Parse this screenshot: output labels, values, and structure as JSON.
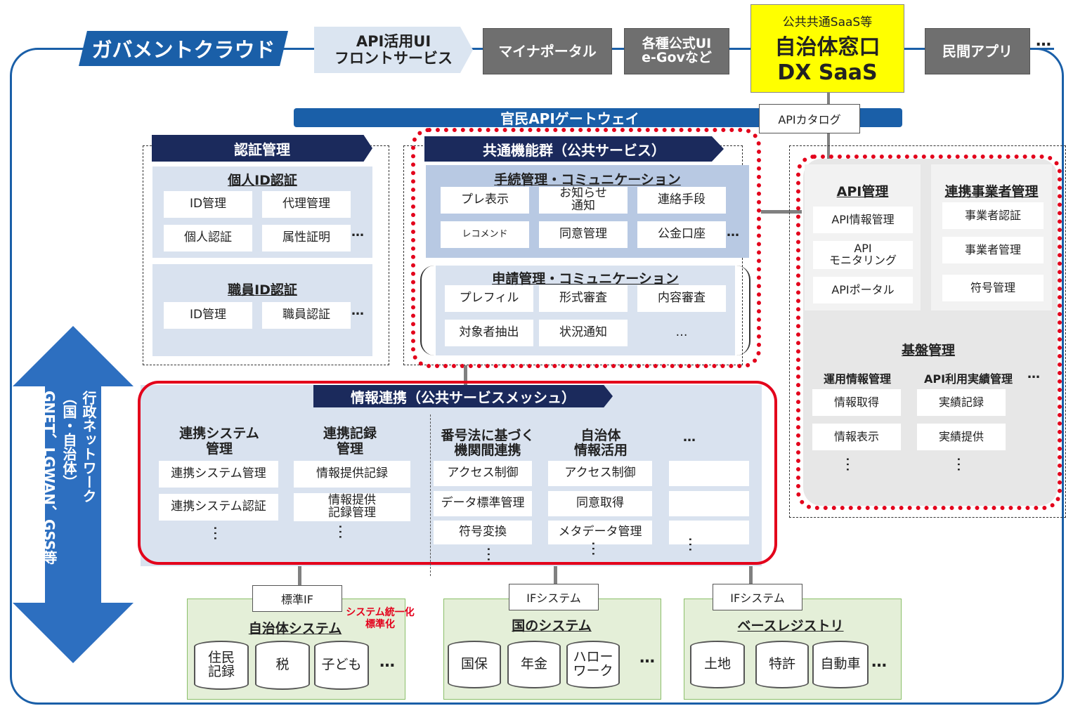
{
  "top": {
    "cloud_label": "ガバメントクラウド",
    "api_front": [
      "API活用UI",
      "フロントサービス"
    ],
    "myna_portal": "マイナポータル",
    "egov": [
      "各種公式UI",
      "e-Govなど"
    ],
    "dx_small": "公共共通SaaS等",
    "dx_title": "自治体窓口",
    "dx_saas": "DX SaaS",
    "private_app": "民間アプリ",
    "ellipsis": "…"
  },
  "gateway": {
    "label": "官民APIゲートウェイ",
    "catalog": "APIカタログ"
  },
  "auth": {
    "title": "認証管理",
    "personal": {
      "title": "個人ID認証",
      "cells": [
        "ID管理",
        "代理管理",
        "個人認証",
        "属性証明"
      ],
      "ellipsis": "…"
    },
    "staff": {
      "title": "職員ID認証",
      "cells": [
        "ID管理",
        "職員認証"
      ],
      "ellipsis": "…"
    }
  },
  "common": {
    "title": "共通機能群（公共サービス）",
    "procedure": {
      "title": "手続管理・コミュニケーション",
      "cells": [
        "プレ表示",
        "お知らせ通知",
        "連絡手段",
        "レコメンド",
        "同意管理",
        "公金口座"
      ],
      "ellipsis": "…"
    },
    "application": {
      "title": "申請管理・コミュニケーション",
      "cells": [
        "プレフィル",
        "形式審査",
        "内容審査",
        "対象者抽出",
        "状況通知",
        "…"
      ]
    }
  },
  "api_side": {
    "api_mgmt": {
      "title": "API管理",
      "cells": [
        "API情報管理",
        "APIモニタリング",
        "APIポータル"
      ]
    },
    "partner_mgmt": {
      "title": "連携事業者管理",
      "cells": [
        "事業者認証",
        "事業者管理",
        "符号管理"
      ]
    },
    "base_mgmt": {
      "title": "基盤管理",
      "col1_title": "運用情報管理",
      "col2_title": "API利用実績管理",
      "col1_cells": [
        "情報取得",
        "情報表示"
      ],
      "col2_cells": [
        "実績記録",
        "実績提供"
      ],
      "ellipsis": "…"
    }
  },
  "network": {
    "line1": "行政ネットワーク",
    "line2": "（国・自治体）",
    "line3": "GNET、LGWAN、GSS等"
  },
  "mesh": {
    "title": "情報連携（公共サービスメッシュ）",
    "col1": {
      "title": [
        "連携システム",
        "管理"
      ],
      "cells": [
        "連携システム管理",
        "連携システム認証"
      ]
    },
    "col2": {
      "title": [
        "連携記録",
        "管理"
      ],
      "cells": [
        "情報提供記録",
        "情報提供記録管理"
      ]
    },
    "col3": {
      "title": [
        "番号法に基づく",
        "機関間連携"
      ],
      "cells": [
        "アクセス制御",
        "データ標準管理",
        "符号変換"
      ]
    },
    "col4": {
      "title": [
        "自治体",
        "情報活用"
      ],
      "cells": [
        "アクセス制御",
        "同意取得",
        "メタデータ管理"
      ]
    },
    "col5": {
      "title": "…"
    }
  },
  "bottom": {
    "local": {
      "if_label": "標準IF",
      "title": "自治体システム",
      "note": [
        "システム統一化",
        "標準化"
      ],
      "dbs": [
        "住民記録",
        "税",
        "子ども"
      ],
      "ellipsis": "…"
    },
    "national": {
      "if_label": "IFシステム",
      "title": "国のシステム",
      "dbs": [
        "国保",
        "年金",
        "ハローワーク"
      ],
      "ellipsis": "…"
    },
    "registry": {
      "if_label": "IFシステム",
      "title": "ベースレジストリ",
      "dbs": [
        "土地",
        "特許",
        "自動車"
      ],
      "ellipsis": "…"
    }
  },
  "colors": {
    "cloud_blue": "#1a5fa8",
    "navy": "#1b2a5c",
    "red": "#e3001b",
    "yellow": "#ffff00",
    "gray_box": "#6f6f6f",
    "light_blue": "#d9e2ef",
    "green": "#e4efd8"
  }
}
